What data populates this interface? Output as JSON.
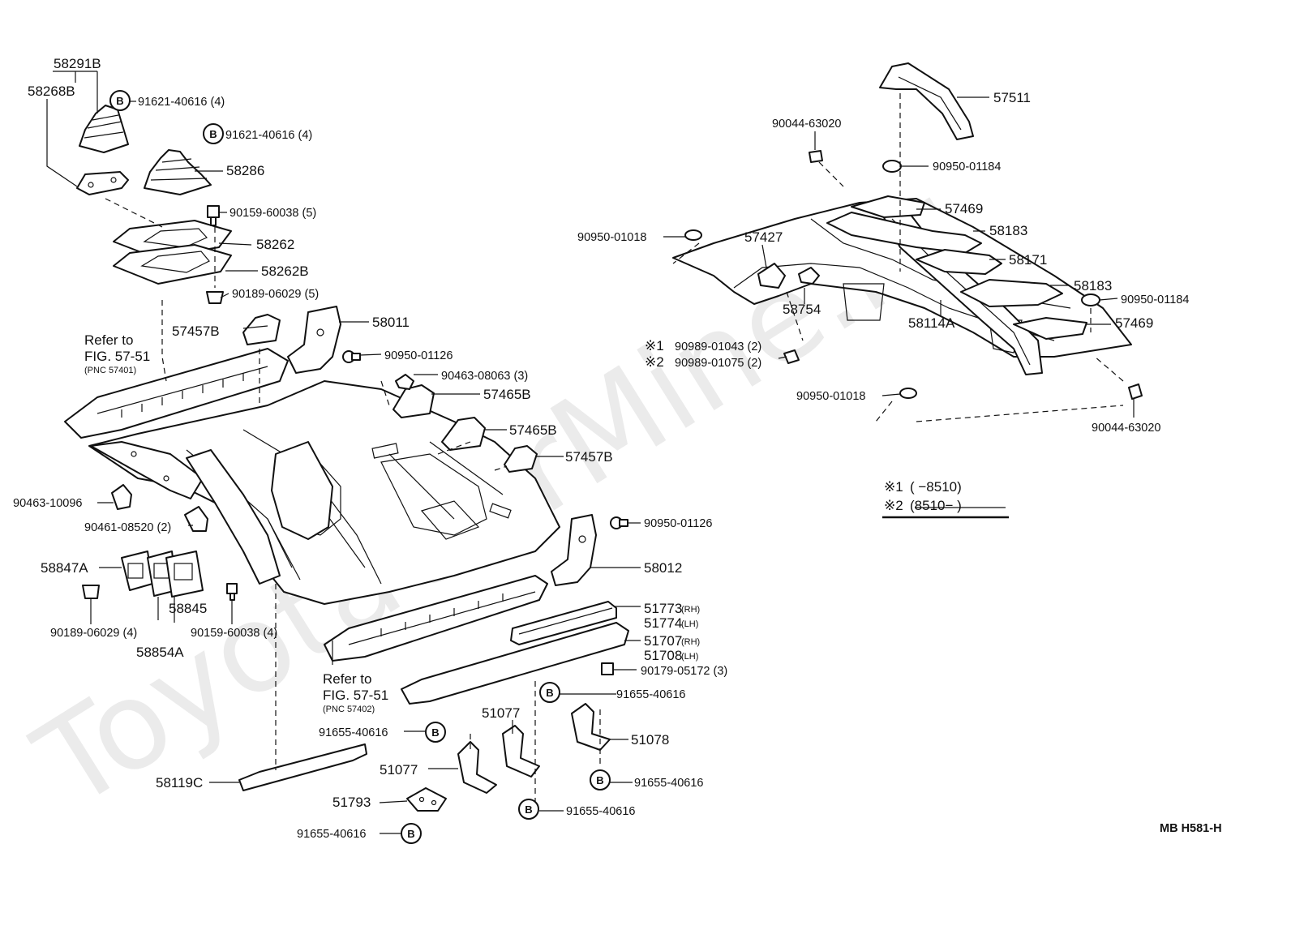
{
  "watermark": "ToyotaCarMine.ru",
  "figure_code": "MB  H581-H",
  "bolt_marker": "B",
  "refer_1": {
    "line1": "Refer to",
    "line2": "FIG. 57-51",
    "line3": "(PNC 57401)"
  },
  "refer_2": {
    "line1": "Refer to",
    "line2": "FIG. 57-51",
    "line3": "(PNC 57402)"
  },
  "footnote": {
    "n1_mark": "※1",
    "n1_text": "(        −8510)",
    "n2_mark": "※2",
    "n2_text": "(8510−        )"
  },
  "labels": {
    "p58291B": "58291B",
    "p58268B": "58268B",
    "p91621_a": "91621-40616 (4)",
    "p91621_b": "91621-40616 (4)",
    "p58286": "58286",
    "p90159_a": "90159-60038 (5)",
    "p58262": "58262",
    "p58262B": "58262B",
    "p90189_a": "90189-06029 (5)",
    "p57457B_a": "57457B",
    "p58011": "58011",
    "p90950_01126_a": "90950-01126",
    "p90463_08063": "90463-08063 (3)",
    "p57465B_a": "57465B",
    "p57465B_b": "57465B",
    "p57457B_b": "57457B",
    "p90463_10096": "90463-10096",
    "p90461": "90461-08520 (2)",
    "p90950_01126_b": "90950-01126",
    "p58012": "58012",
    "p58847A": "58847A",
    "p58845": "58845",
    "p90189_b": "90189-06029 (4)",
    "p90159_b": "90159-60038 (4)",
    "p58854A": "58854A",
    "p51773": "51773",
    "p51773_side": "(RH)",
    "p51774": "51774",
    "p51774_side": "(LH)",
    "p51707": "51707",
    "p51707_side": "(RH)",
    "p51708": "51708",
    "p51708_side": "(LH)",
    "p90179": "90179-05172 (3)",
    "p91655_a": "91655-40616",
    "p51077_a": "51077",
    "p91655_b": "91655-40616",
    "p51078": "51078",
    "p51077_b": "51077",
    "p91655_c": "91655-40616",
    "p58119C": "58119C",
    "p51793": "51793",
    "p91655_d": "91655-40616",
    "p91655_e": "91655-40616",
    "p57511": "57511",
    "p90044_a": "90044-63020",
    "p90950_01184_a": "90950-01184",
    "p57469_a": "57469",
    "p58183_a": "58183",
    "p90950_01018_a": "90950-01018",
    "p57427": "57427",
    "p58171": "58171",
    "p58183_b": "58183",
    "p90950_01184_b": "90950-01184",
    "p58754": "58754",
    "p58114A": "58114A",
    "p57469_b": "57469",
    "p90989_1_mark": "※1",
    "p90989_1": "90989-01043 (2)",
    "p90989_2_mark": "※2",
    "p90989_2": "90989-01075 (2)",
    "p90950_01018_b": "90950-01018",
    "p90044_b": "90044-63020"
  }
}
